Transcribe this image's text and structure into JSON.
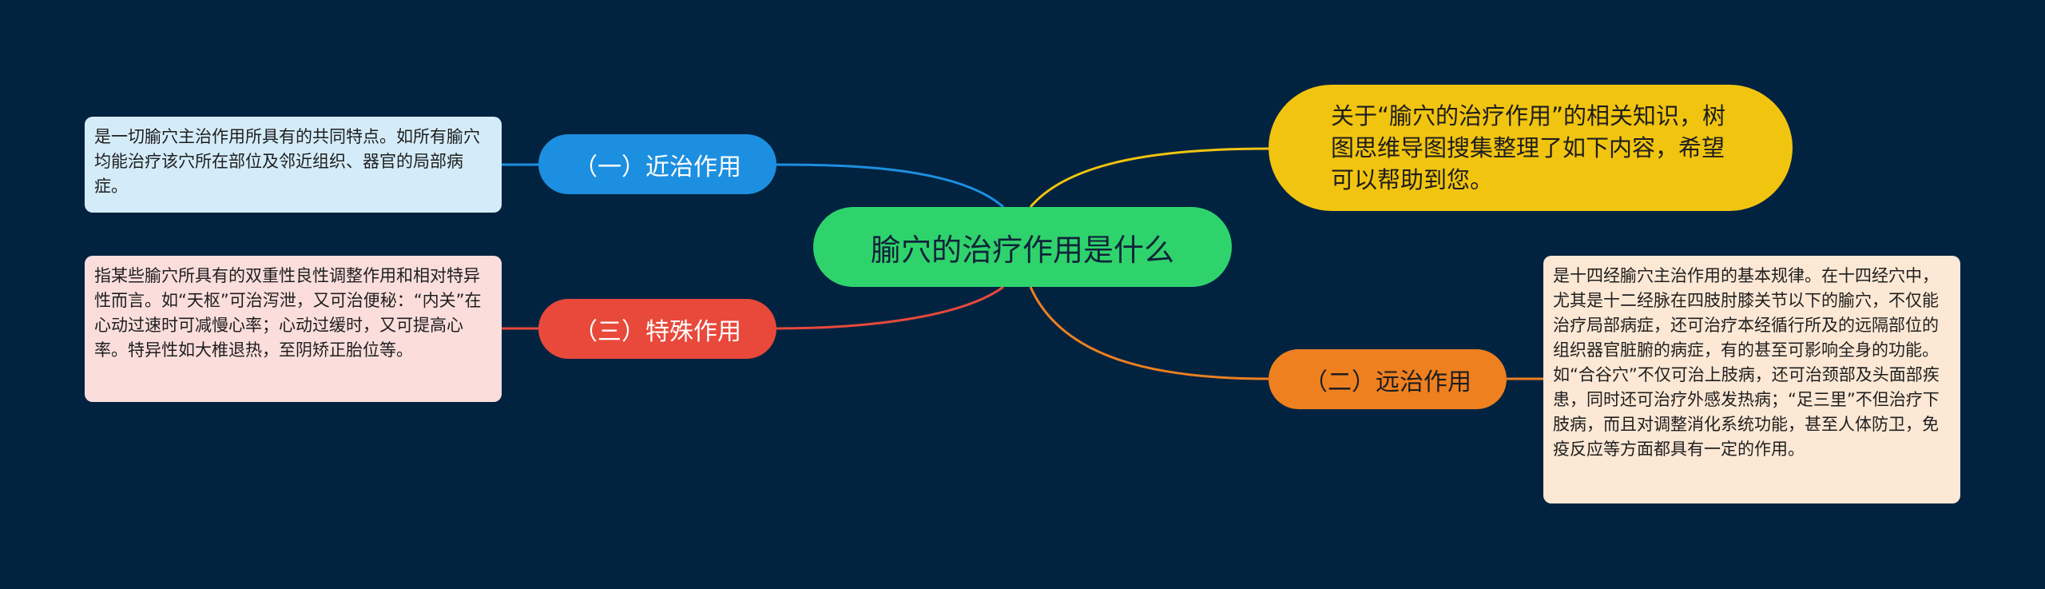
{
  "map": {
    "center": "腧穴的治疗作用是什么",
    "intro": "关于“腧穴的治疗作用”的相关知识，树图思维导图搜集整理了如下内容，希望可以帮助到您。",
    "branches": [
      {
        "label": "（一）近治作用",
        "color": "#1d8fe0",
        "note": "是一切腧穴主治作用所具有的共同特点。如所有腧穴均能治疗该穴所在部位及邻近组织、器官的局部病症。"
      },
      {
        "label": "（二）远治作用",
        "color": "#ee8020",
        "note": "是十四经腧穴主治作用的基本规律。在十四经穴中，尤其是十二经脉在四肢肘膝关节以下的腧穴，不仅能治疗局部病症，还可治疗本经循行所及的远隔部位的组织器官脏腑的病症，有的甚至可影响全身的功能。如“合谷穴”不仅可治上肢病，还可治颈部及头面部疾患，同时还可治疗外感发热病；“足三里”不但治疗下肢病，而且对调整消化系统功能，甚至人体防卫，免疫反应等方面都具有一定的作用。"
      },
      {
        "label": "（三）特殊作用",
        "color": "#e8493b",
        "note": "指某些腧穴所具有的双重性良性调整作用和相对特异性而言。如“天枢”可治泻泄，又可治便秘：“内关”在心动过速时可减慢心率；心动过缓时，又可提高心率。特异性如大椎退热，至阴矫正胎位等。"
      }
    ],
    "colors": {
      "background": "#012340",
      "center": "#2fd36c",
      "intro": "#f1c40f",
      "intro_link": "#f1c40f"
    }
  }
}
